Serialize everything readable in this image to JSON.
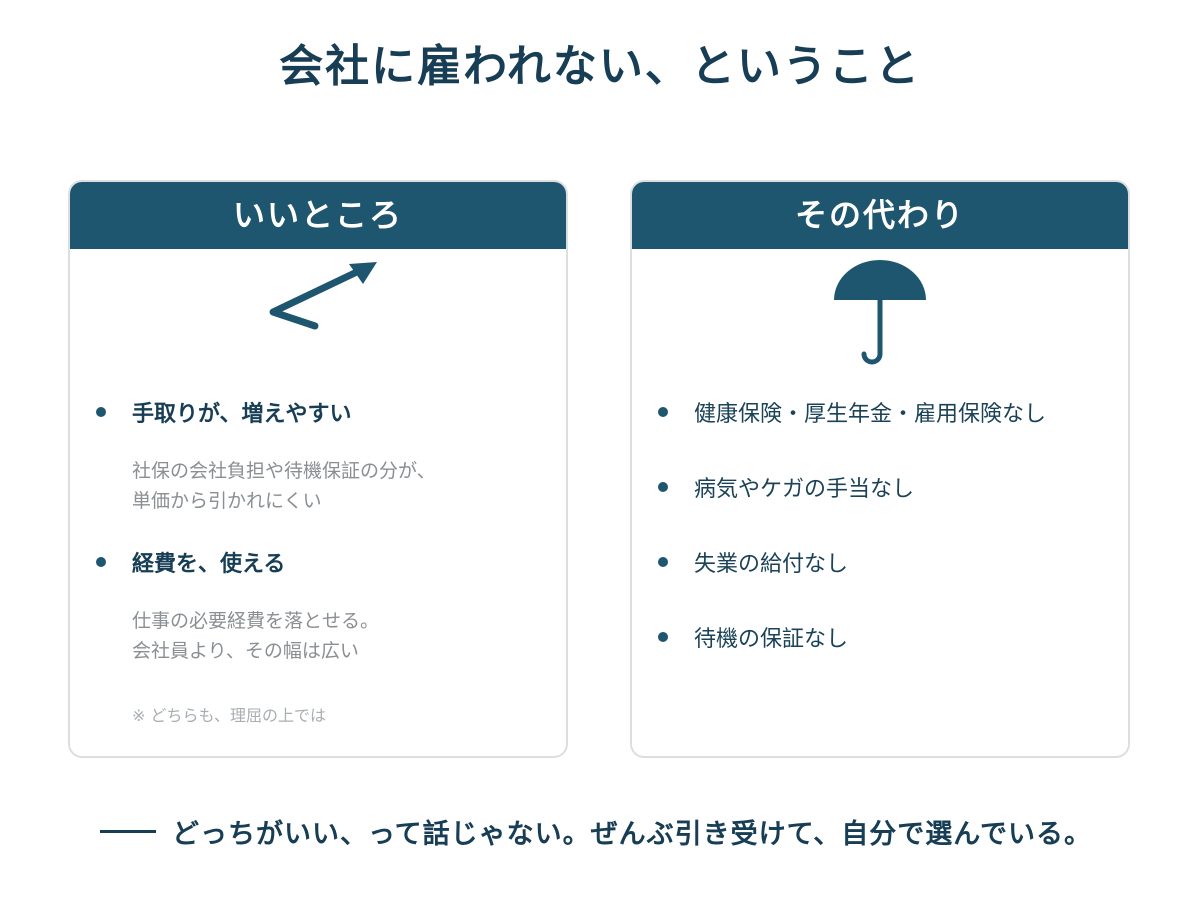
{
  "title": "会社に雇われない、ということ",
  "left_card": {
    "header": "いいところ",
    "icon": "trend-up-arrow-icon",
    "items": [
      {
        "label": "手取りが、増えやすい",
        "detail": [
          "社保の会社負担や待機保証の分が、",
          "単価から引かれにくい"
        ]
      },
      {
        "label": "経費を、使える",
        "detail": [
          "仕事の必要経費を落とせる。",
          "会社員より、その幅は広い"
        ]
      }
    ],
    "note": "※ どちらも、理屈の上では"
  },
  "right_card": {
    "header": "その代わり",
    "icon": "umbrella-icon",
    "items": [
      "健康保険・厚生年金・雇用保険なし",
      "病気やケガの手当なし",
      "失業の給付なし",
      "待機の保証なし"
    ]
  },
  "footer": "どっちがいい、って話じゃない。ぜんぶ引き受けて、自分で選んでいる。",
  "colors": {
    "header_bg": "#1e566f",
    "text_dark": "#173e55",
    "muted": "#8a8f93"
  }
}
